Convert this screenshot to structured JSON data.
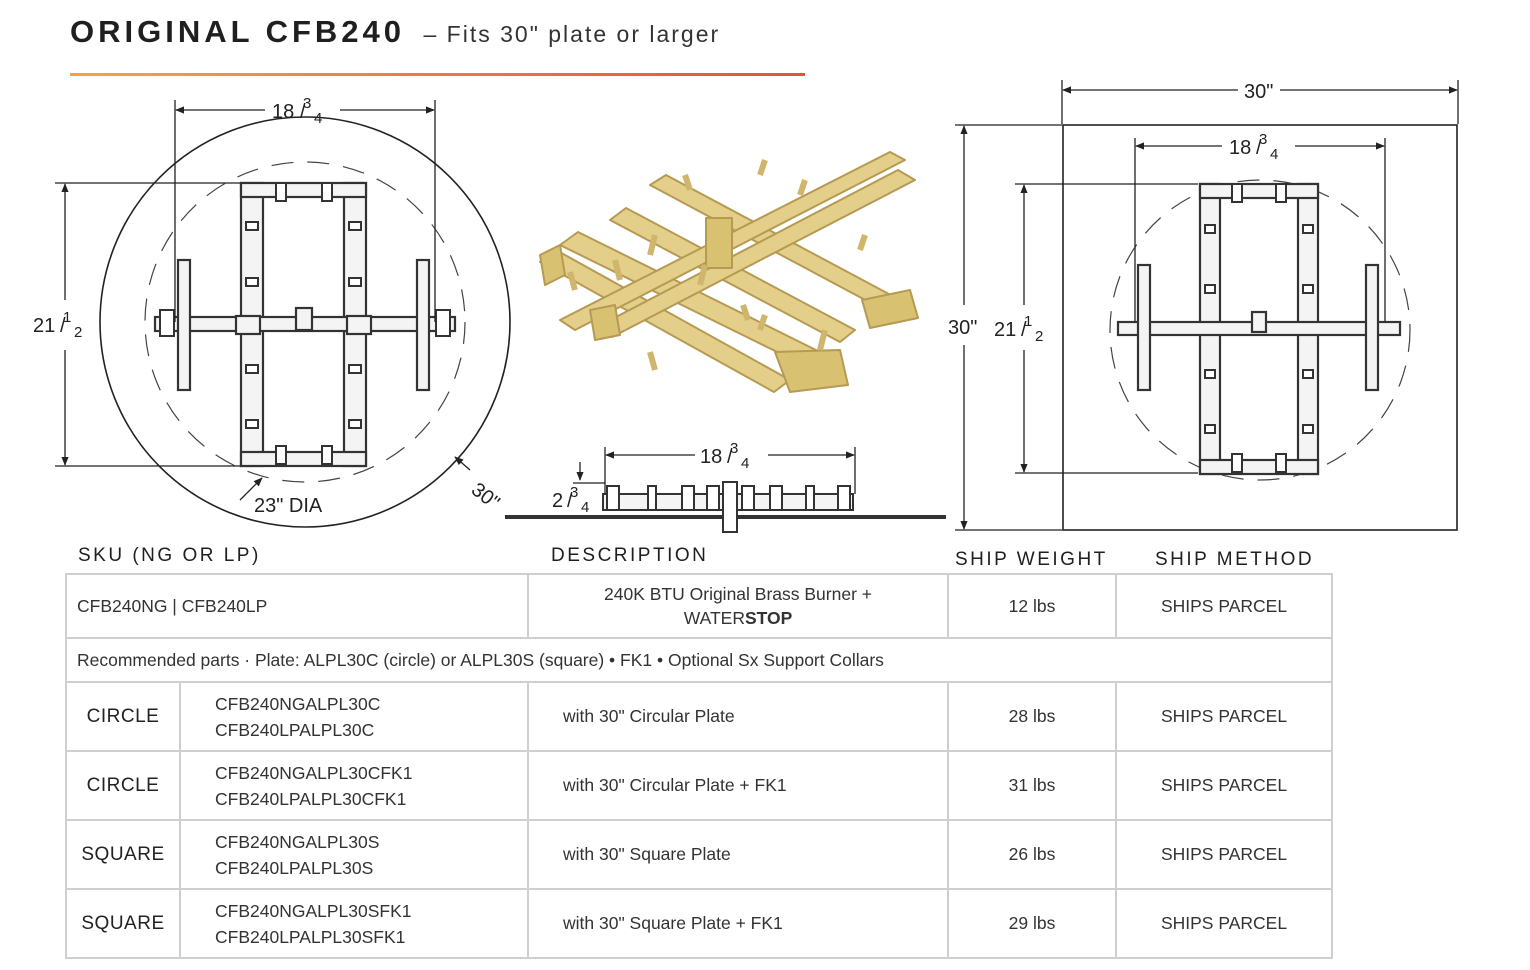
{
  "header": {
    "title": "ORIGINAL CFB240",
    "subtitle": "–  Fits 30\" plate or larger"
  },
  "dimensions": {
    "burner_width": "18",
    "burner_width_frac_num": "3",
    "burner_width_frac_den": "4",
    "burner_length": "21",
    "burner_length_frac_num": "1",
    "burner_length_frac_den": "2",
    "height": "2",
    "height_frac_num": "3",
    "height_frac_den": "4",
    "inner_dia": "23\" DIA",
    "outer_dia": "30\"",
    "square_size_top": "30\"",
    "square_size_side": "30\""
  },
  "table": {
    "headers": {
      "sku": "SKU (NG OR LP)",
      "description": "DESCRIPTION",
      "ship_weight": "SHIP WEIGHT",
      "ship_method": "SHIP METHOD"
    },
    "main_row": {
      "sku": "CFB240NG  |  CFB240LP",
      "desc_line1": "240K BTU Original Brass Burner +",
      "desc_line2_a": "WATER",
      "desc_line2_b": "STOP",
      "weight": "12 lbs",
      "method": "SHIPS PARCEL"
    },
    "recommended": "Recommended parts · Plate: ALPL30C (circle) or ALPL30S (square)  •  FK1  •  Optional Sx Support Collars",
    "rows": [
      {
        "shape": "CIRCLE",
        "sku_ng": "CFB240NGALPL30C",
        "sku_lp": "CFB240LPALPL30C",
        "desc": "with 30\" Circular Plate",
        "weight": "28 lbs",
        "method": "SHIPS PARCEL"
      },
      {
        "shape": "CIRCLE",
        "sku_ng": "CFB240NGALPL30CFK1",
        "sku_lp": "CFB240LPALPL30CFK1",
        "desc": "with 30\" Circular Plate + FK1",
        "weight": "31 lbs",
        "method": "SHIPS PARCEL"
      },
      {
        "shape": "SQUARE",
        "sku_ng": "CFB240NGALPL30S",
        "sku_lp": "CFB240LPALPL30S",
        "desc": "with 30\" Square Plate",
        "weight": "26 lbs",
        "method": "SHIPS PARCEL"
      },
      {
        "shape": "SQUARE",
        "sku_ng": "CFB240NGALPL30SFK1",
        "sku_lp": "CFB240LPALPL30SFK1",
        "desc": "with 30\" Square Plate + FK1",
        "weight": "29 lbs",
        "method": "SHIPS PARCEL"
      }
    ]
  }
}
